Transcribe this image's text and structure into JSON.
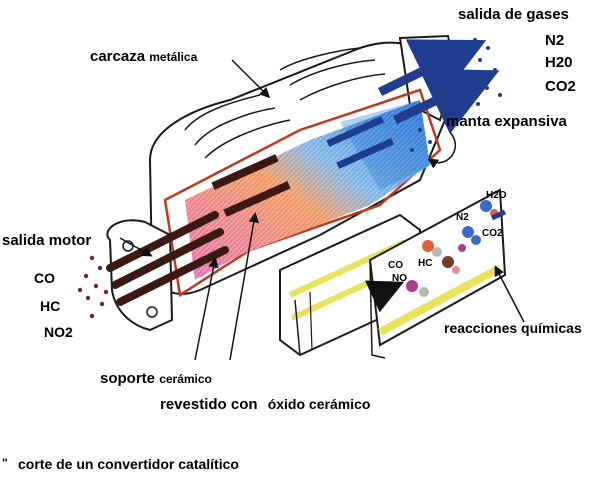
{
  "labels": {
    "salida_gases": "salida de gases",
    "out_gas_1": "N2",
    "out_gas_2": "H20",
    "out_gas_3": "CO2",
    "carcaza_1": "carcaza",
    "carcaza_2": "metálica",
    "manta": "manta expansiva",
    "salida_motor": "salida motor",
    "in_gas_1": "CO",
    "in_gas_2": "HC",
    "in_gas_3": "NO2",
    "reacciones": "reacciones químicas",
    "soporte_1": "soporte",
    "soporte_2": "cerámico",
    "revestido_1": "revestido con",
    "revestido_2": "óxido cerámico",
    "caption_mark": "\"",
    "caption": "corte de un convertidor catalítico"
  },
  "inset": {
    "molecules": [
      "H2O",
      "N2",
      "CO2",
      "CO",
      "NO",
      "HC"
    ]
  },
  "colors": {
    "housing_outline": "#1a1a1a",
    "flange": "#c0391b",
    "substrate_pink": "#e46fb4",
    "substrate_orange": "#f39a63",
    "substrate_blue": "#3f8fe0",
    "flow_arrow": "#1f3c8f",
    "inlet_pipe": "#3a1a12",
    "coating_yellow": "#e8e35a",
    "dots": "#7a1f3a"
  }
}
